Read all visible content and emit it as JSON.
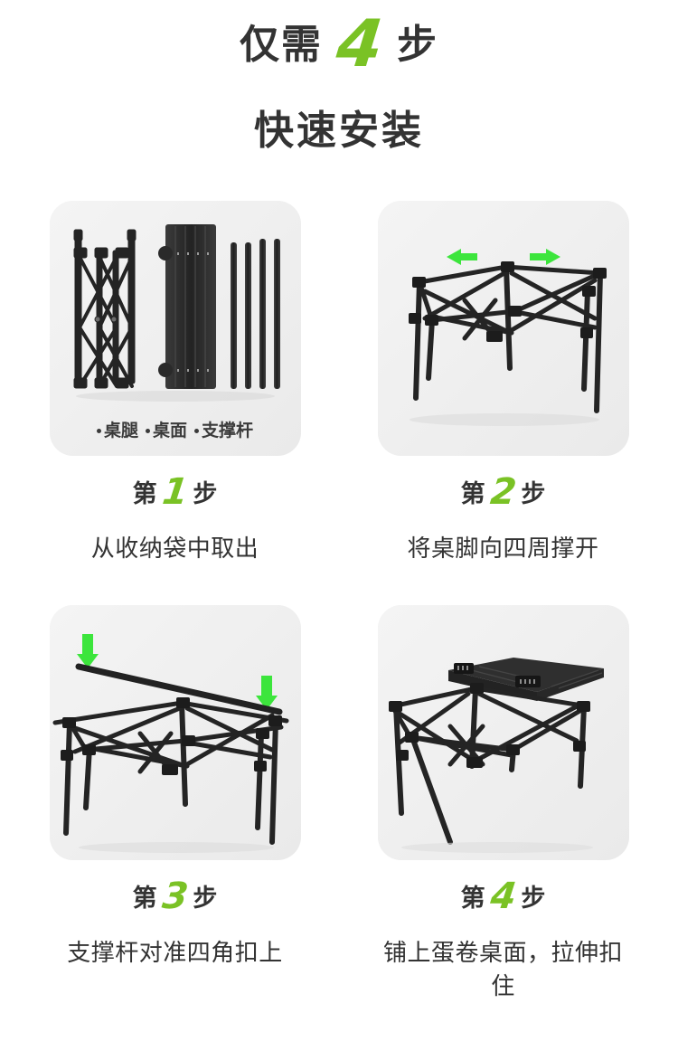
{
  "header": {
    "prefix": "仅需",
    "count": "4",
    "unit": "步",
    "subtitle": "快速安装"
  },
  "colors": {
    "accent_green": "#7AC225",
    "arrow_green": "#3CE53C",
    "card_background": "#efefef",
    "page_background": "#ffffff",
    "text": "#333333",
    "product_black": "#2b2b2b"
  },
  "parts": {
    "legs": "桌腿",
    "tabletop": "桌面",
    "support_rods": "支撑杆"
  },
  "steps": [
    {
      "prefix": "第",
      "number": "1",
      "suffix": "步",
      "description": "从收纳袋中取出",
      "illustration": "folded-parts-layout"
    },
    {
      "prefix": "第",
      "number": "2",
      "suffix": "步",
      "description": "将桌脚向四周撑开",
      "illustration": "frame-expanding-with-horizontal-arrows"
    },
    {
      "prefix": "第",
      "number": "3",
      "suffix": "步",
      "description": "支撑杆对准四角扣上",
      "illustration": "support-rod-attaching-with-down-arrows"
    },
    {
      "prefix": "第",
      "number": "4",
      "suffix": "步",
      "description": "铺上蛋卷桌面，拉伸扣住",
      "illustration": "completed-table-with-rolltop"
    }
  ]
}
